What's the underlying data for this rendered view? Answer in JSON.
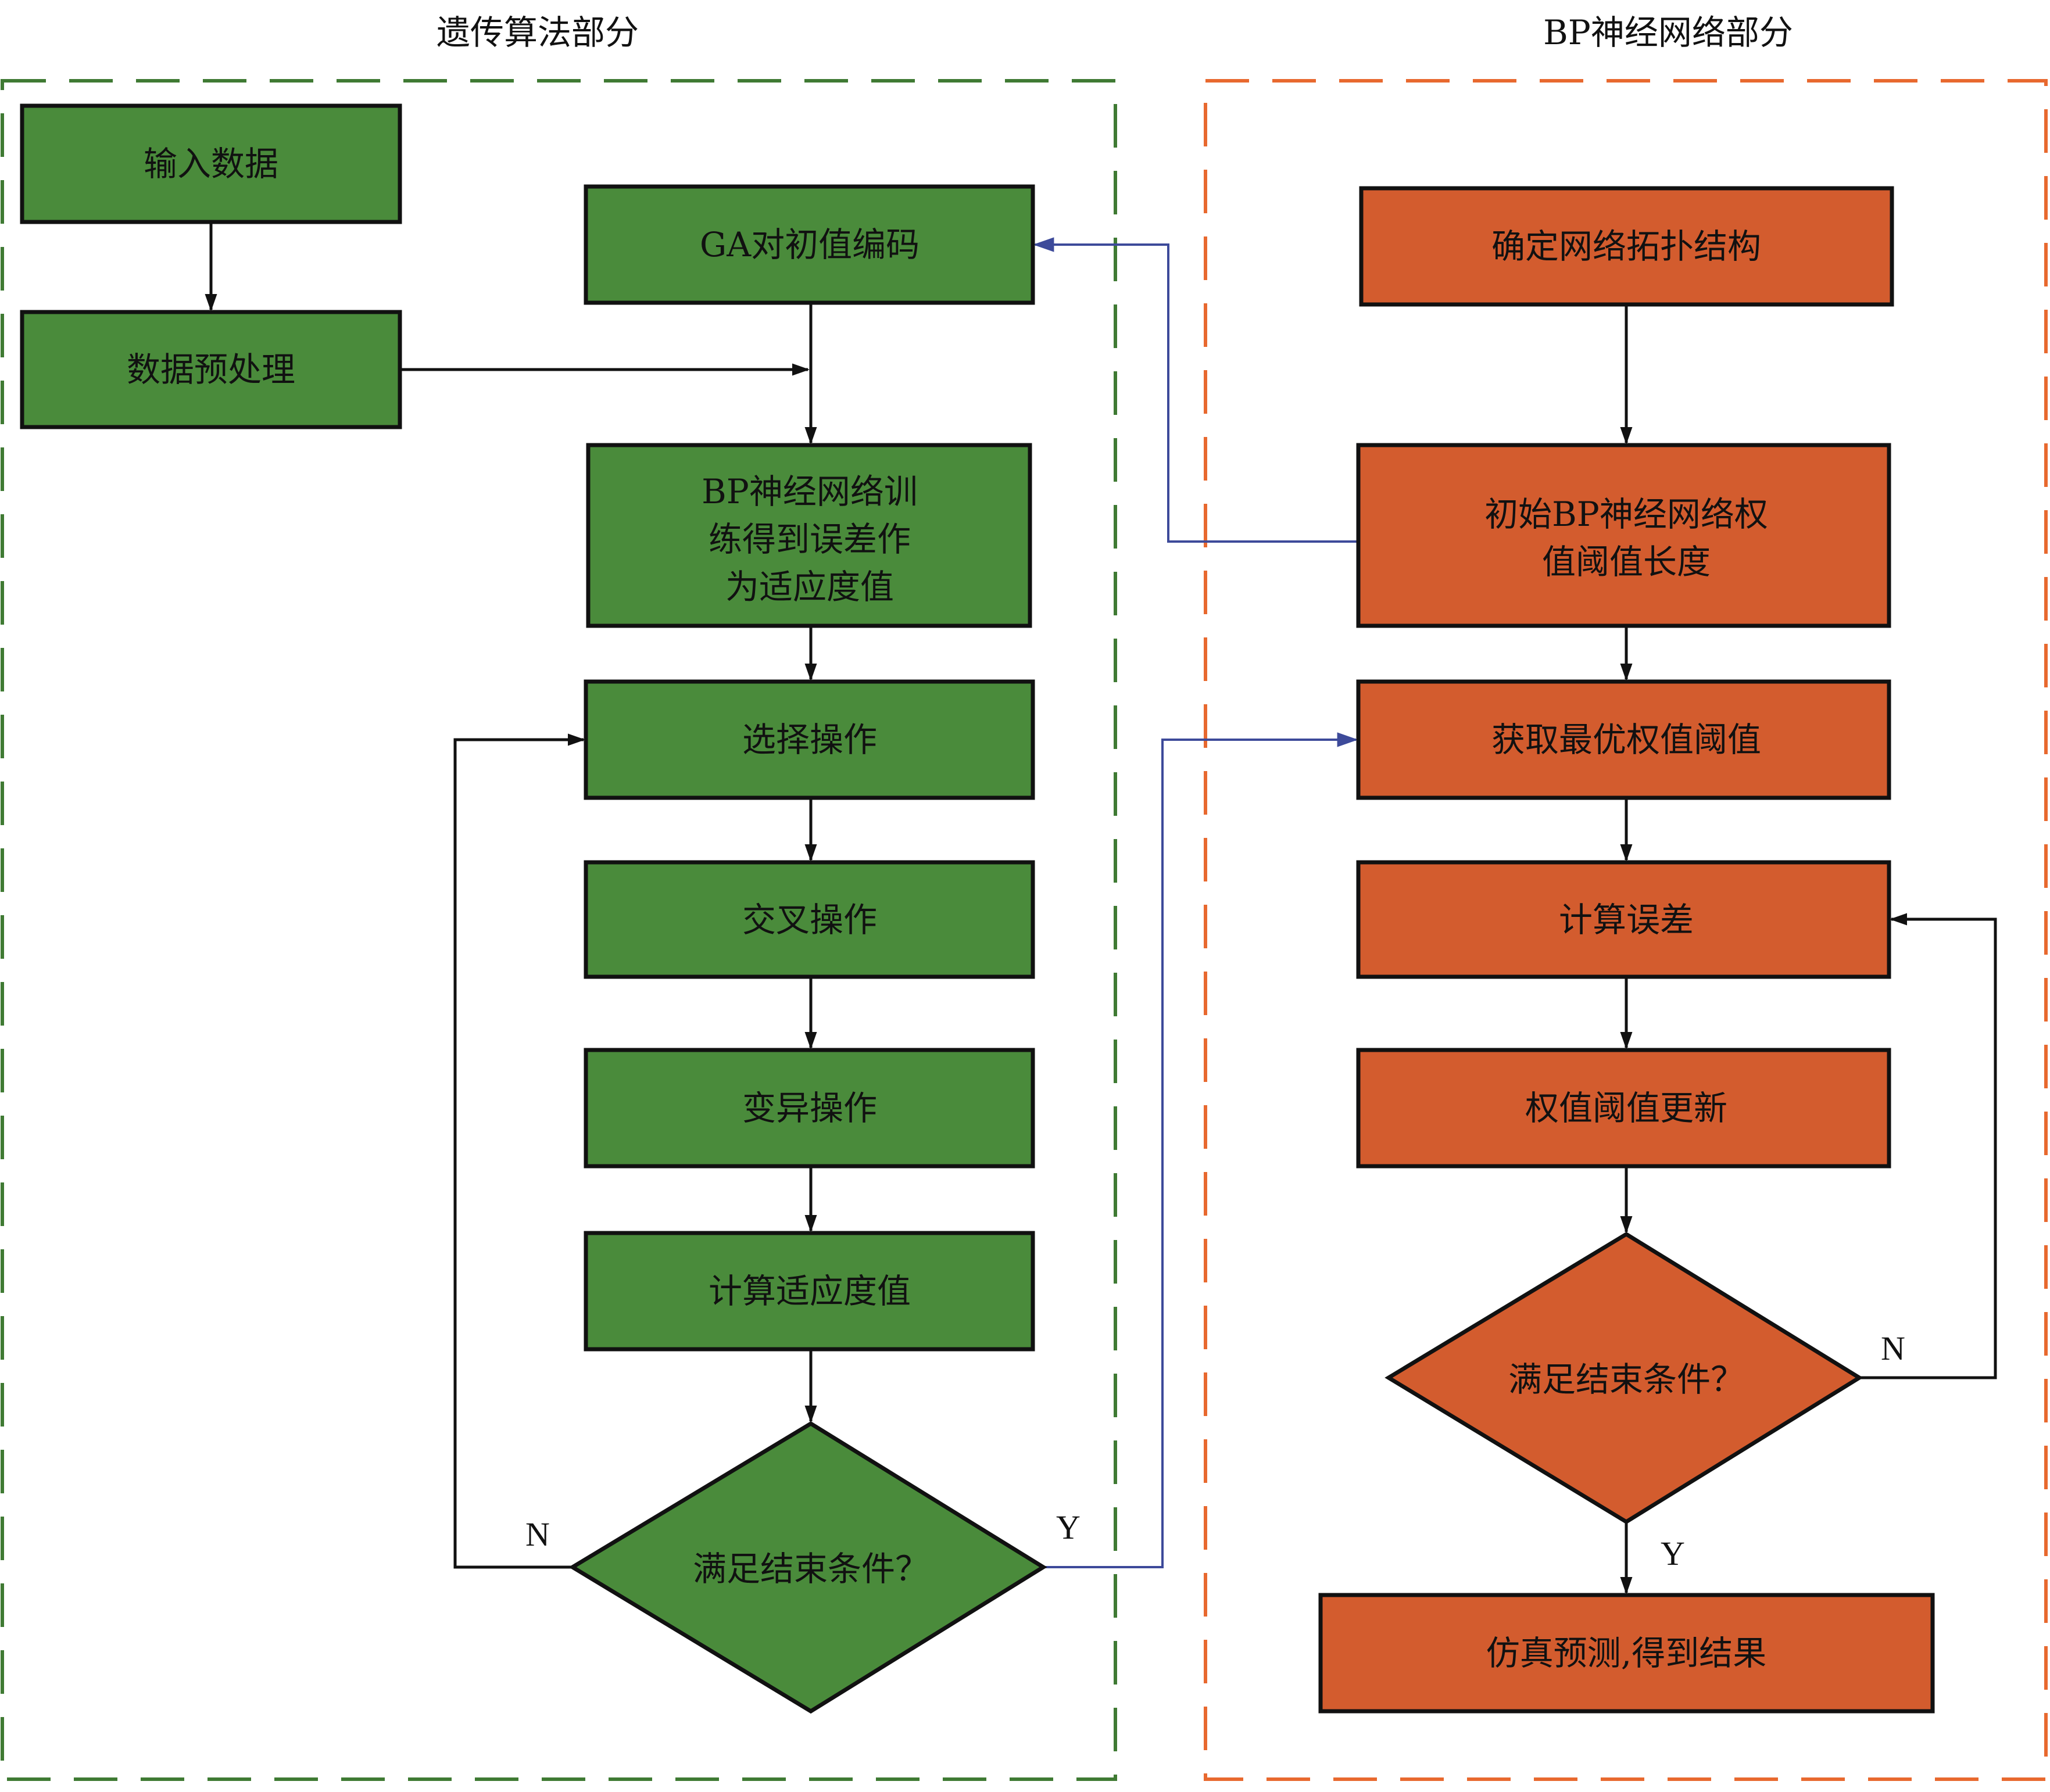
{
  "sections": {
    "ga": {
      "title": "遗传算法部分",
      "border_color": "#3f7a33",
      "fill_color": "#4a8b3b"
    },
    "bp": {
      "title": "BP神经网络部分",
      "border_color": "#e8692f",
      "fill_color": "#d35c2e"
    }
  },
  "ga_nodes": {
    "input_data": "输入数据",
    "preprocess": "数据预处理",
    "ga_encode": "GA对初值编码",
    "bp_train": [
      "BP神经网络训",
      "练得到误差作",
      "为适应度值"
    ],
    "selection": "选择操作",
    "crossover": "交叉操作",
    "mutation": "变异操作",
    "fitness": "计算适应度值",
    "decision": "满足结束条件？"
  },
  "bp_nodes": {
    "topology": "确定网络拓扑结构",
    "init_length": [
      "初始BP神经网络权",
      "值阈值长度"
    ],
    "get_optimal": "获取最优权值阈值",
    "compute_error": "计算误差",
    "update_weights": "权值阈值更新",
    "decision": "满足结束条件？",
    "simulate": "仿真预测,得到结果"
  },
  "edge_labels": {
    "ga_no": "N",
    "ga_yes": "Y",
    "bp_no": "N",
    "bp_yes": "Y"
  },
  "colors": {
    "connector": "#111111",
    "cross_link": "#3d4a9a"
  }
}
